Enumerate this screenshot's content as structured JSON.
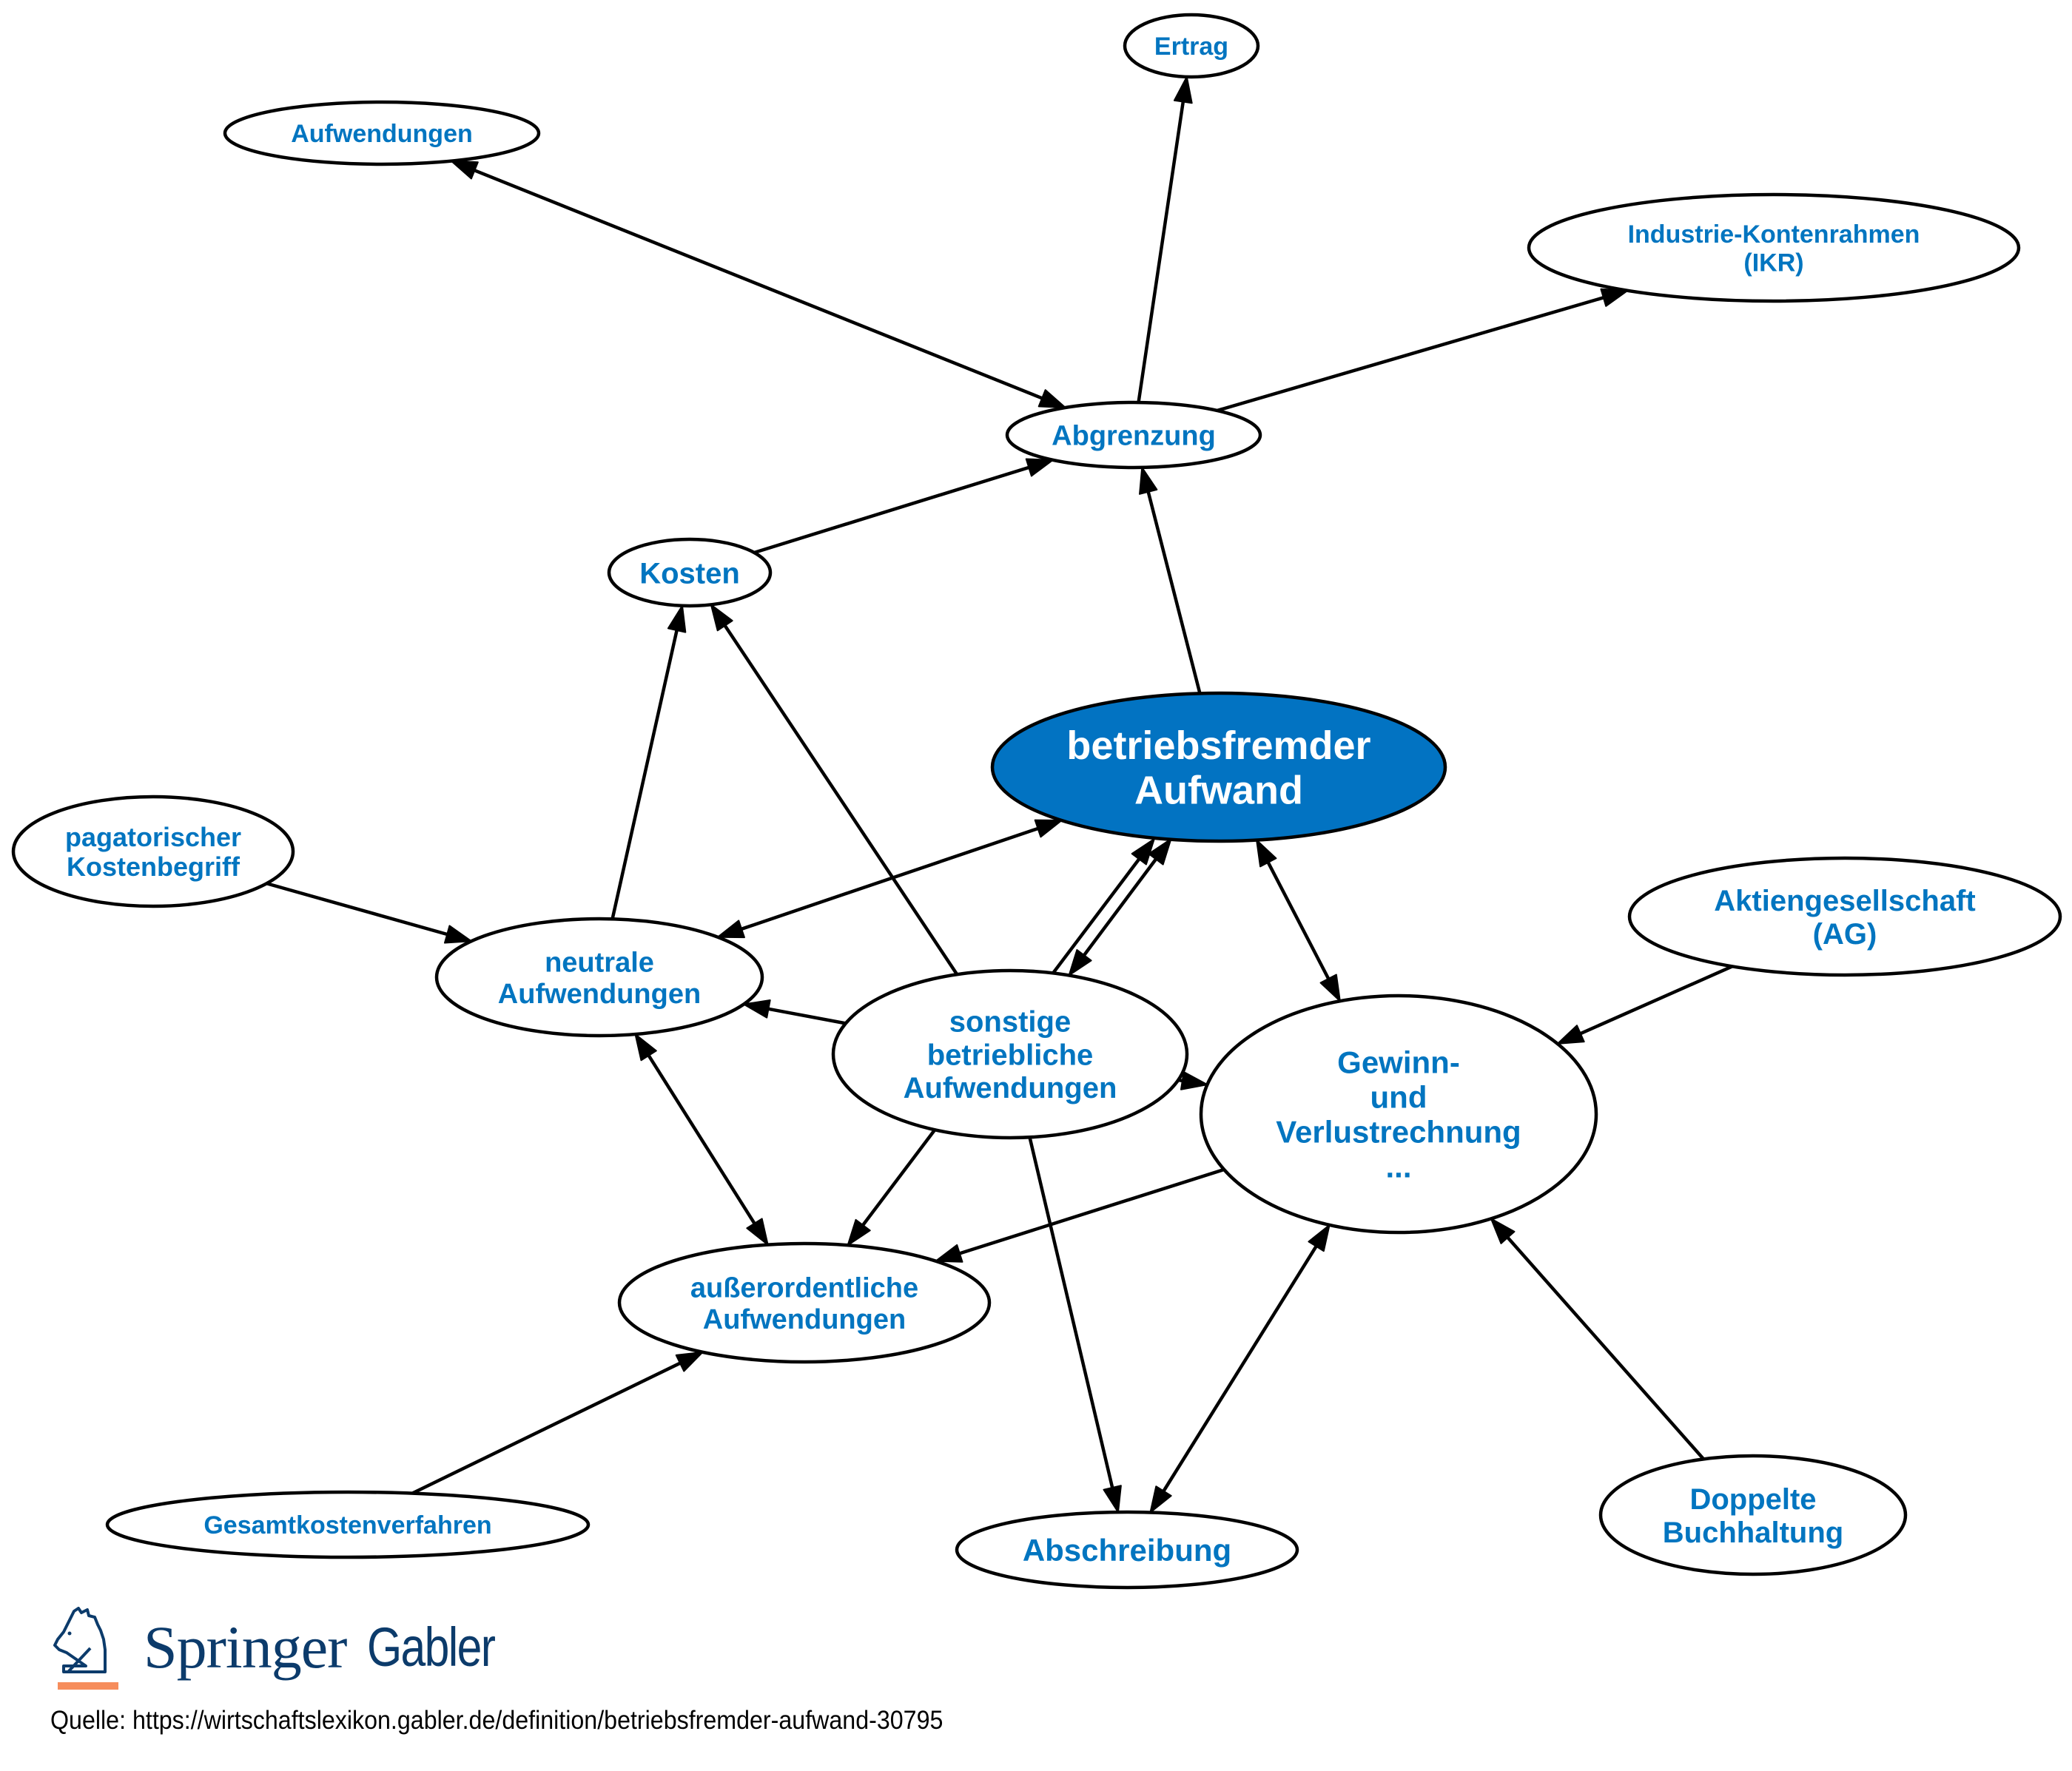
{
  "diagram": {
    "title": "betriebsfremder Aufwand",
    "colors": {
      "main_fill": "#0273c2",
      "label": "#0275c0",
      "main_label": "#ffffff",
      "edge": "#000000"
    },
    "nodes": [
      {
        "id": "ertrag",
        "lines": [
          "Ertrag"
        ],
        "main": false
      },
      {
        "id": "aufwendungen",
        "lines": [
          "Aufwendungen"
        ],
        "main": false
      },
      {
        "id": "ikr",
        "lines": [
          "Industrie-Kontenrahmen",
          "(IKR)"
        ],
        "main": false
      },
      {
        "id": "abgrenzung",
        "lines": [
          "Abgrenzung"
        ],
        "main": false
      },
      {
        "id": "kosten",
        "lines": [
          "Kosten"
        ],
        "main": false
      },
      {
        "id": "betriebsfremder-aufwand",
        "lines": [
          "betriebsfremder",
          "Aufwand"
        ],
        "main": true
      },
      {
        "id": "pagatorischer-kostenbegriff",
        "lines": [
          "pagatorischer",
          "Kostenbegriff"
        ],
        "main": false
      },
      {
        "id": "aktiengesellschaft",
        "lines": [
          "Aktiengesellschaft",
          "(AG)"
        ],
        "main": false
      },
      {
        "id": "neutrale-aufwendungen",
        "lines": [
          "neutrale",
          "Aufwendungen"
        ],
        "main": false
      },
      {
        "id": "sonstige-betriebliche-aufwendungen",
        "lines": [
          "sonstige",
          "betriebliche",
          "Aufwendungen"
        ],
        "main": false
      },
      {
        "id": "gewinn-und-verlustrechnung",
        "lines": [
          "Gewinn-",
          "und",
          "Verlustrechnung",
          "..."
        ],
        "main": false
      },
      {
        "id": "ausserordentliche-aufwendungen",
        "lines": [
          "außerordentliche",
          "Aufwendungen"
        ],
        "main": false
      },
      {
        "id": "gesamtkostenverfahren",
        "lines": [
          "Gesamtkostenverfahren"
        ],
        "main": false
      },
      {
        "id": "abschreibung",
        "lines": [
          "Abschreibung"
        ],
        "main": false
      },
      {
        "id": "doppelte-buchhaltung",
        "lines": [
          "Doppelte",
          "Buchhaltung"
        ],
        "main": false
      }
    ],
    "edges": [
      {
        "from": "abgrenzung",
        "to": "ertrag",
        "direction": "forward"
      },
      {
        "from": "abgrenzung",
        "to": "aufwendungen",
        "direction": "both"
      },
      {
        "from": "abgrenzung",
        "to": "ikr",
        "direction": "forward"
      },
      {
        "from": "kosten",
        "to": "abgrenzung",
        "direction": "forward"
      },
      {
        "from": "betriebsfremder-aufwand",
        "to": "abgrenzung",
        "direction": "forward"
      },
      {
        "from": "neutrale-aufwendungen",
        "to": "kosten",
        "direction": "forward"
      },
      {
        "from": "sonstige-betriebliche-aufwendungen",
        "to": "kosten",
        "direction": "forward"
      },
      {
        "from": "pagatorischer-kostenbegriff",
        "to": "neutrale-aufwendungen",
        "direction": "forward"
      },
      {
        "from": "betriebsfremder-aufwand",
        "to": "neutrale-aufwendungen",
        "direction": "both"
      },
      {
        "from": "sonstige-betriebliche-aufwendungen",
        "to": "neutrale-aufwendungen",
        "direction": "forward"
      },
      {
        "from": "betriebsfremder-aufwand",
        "to": "sonstige-betriebliche-aufwendungen",
        "direction": "both"
      },
      {
        "from": "betriebsfremder-aufwand",
        "to": "ausserordentliche-aufwendungen",
        "direction": "both"
      },
      {
        "from": "betriebsfremder-aufwand",
        "to": "gewinn-und-verlustrechnung",
        "direction": "both"
      },
      {
        "from": "sonstige-betriebliche-aufwendungen",
        "to": "gewinn-und-verlustrechnung",
        "direction": "forward"
      },
      {
        "from": "aktiengesellschaft",
        "to": "gewinn-und-verlustrechnung",
        "direction": "forward"
      },
      {
        "from": "neutrale-aufwendungen",
        "to": "ausserordentliche-aufwendungen",
        "direction": "both"
      },
      {
        "from": "gewinn-und-verlustrechnung",
        "to": "ausserordentliche-aufwendungen",
        "direction": "forward"
      },
      {
        "from": "gesamtkostenverfahren",
        "to": "ausserordentliche-aufwendungen",
        "direction": "forward"
      },
      {
        "from": "sonstige-betriebliche-aufwendungen",
        "to": "abschreibung",
        "direction": "forward"
      },
      {
        "from": "gewinn-und-verlustrechnung",
        "to": "abschreibung",
        "direction": "both"
      },
      {
        "from": "doppelte-buchhaltung",
        "to": "gewinn-und-verlustrechnung",
        "direction": "forward"
      }
    ]
  },
  "footer": {
    "logo_brand": "Springer",
    "logo_imprint": "Gabler",
    "source_text": "Quelle: https://wirtschaftslexikon.gabler.de/definition/betriebsfremder-aufwand-30795"
  }
}
